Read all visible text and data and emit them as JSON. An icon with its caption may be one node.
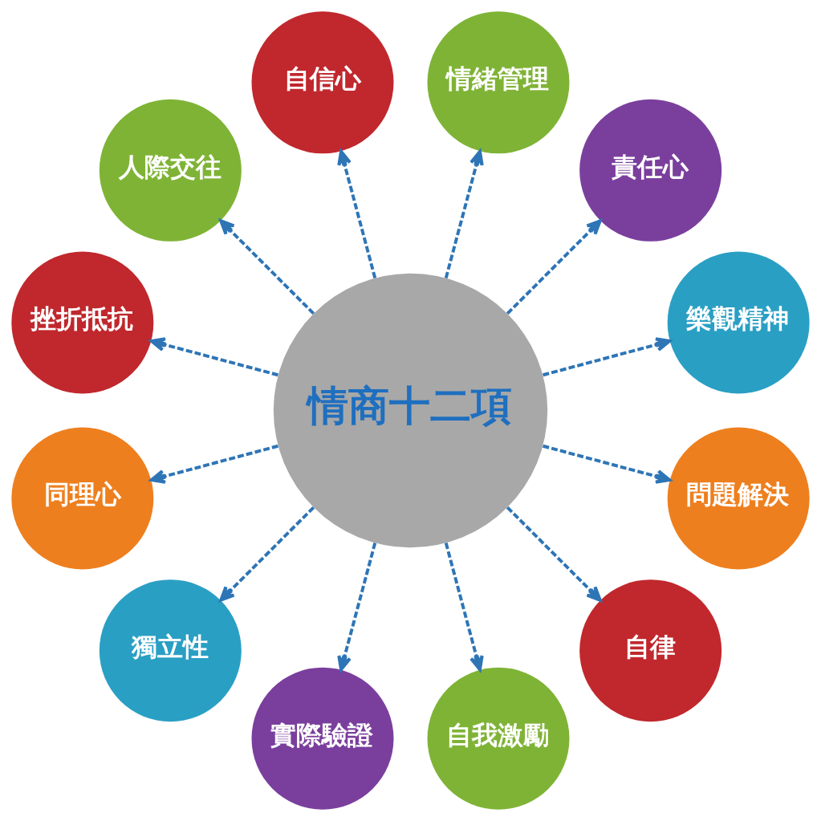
{
  "diagram": {
    "nodes": [
      {
        "text": [
          "情商十二項"
        ]
      },
      {
        "text": [
          "自信心"
        ]
      },
      {
        "text": [
          "情緒管理"
        ]
      },
      {
        "text": [
          "責任心"
        ]
      },
      {
        "text": [
          "樂觀精神"
        ]
      },
      {
        "text": [
          "問題解決"
        ]
      },
      {
        "text": [
          "自律"
        ]
      },
      {
        "text": [
          "自我激勵"
        ]
      },
      {
        "text": [
          "實際驗證"
        ]
      },
      {
        "text": [
          "獨立性"
        ]
      },
      {
        "text": [
          "同理心"
        ]
      },
      {
        "text": [
          "挫折抵抗"
        ]
      },
      {
        "text": [
          "人際交往"
        ]
      }
    ],
    "edges": [
      {
        "from": 0,
        "to": 4,
        "arrow": "to",
        "style": "dashed"
      },
      {
        "from": 0,
        "to": 3,
        "arrow": "to",
        "style": "dashed"
      },
      {
        "from": 0,
        "to": 2,
        "arrow": "to",
        "style": "dashed"
      },
      {
        "from": 0,
        "to": 1,
        "arrow": "to",
        "style": "dashed"
      },
      {
        "from": 0,
        "to": 12,
        "arrow": "to",
        "style": "dashed"
      },
      {
        "from": 0,
        "to": 11,
        "arrow": "to",
        "style": "dashed"
      },
      {
        "from": 0,
        "to": 10,
        "arrow": "to",
        "style": "dashed"
      },
      {
        "from": 0,
        "to": 9,
        "arrow": "to",
        "style": "dashed"
      },
      {
        "from": 0,
        "to": 8,
        "arrow": "to",
        "style": "dashed"
      },
      {
        "from": 0,
        "to": 7,
        "arrow": "to",
        "style": "dashed"
      },
      {
        "from": 0,
        "to": 6,
        "arrow": "to",
        "style": "dashed"
      },
      {
        "from": 0,
        "to": 5,
        "arrow": "to",
        "style": "dashed"
      }
    ]
  }
}
